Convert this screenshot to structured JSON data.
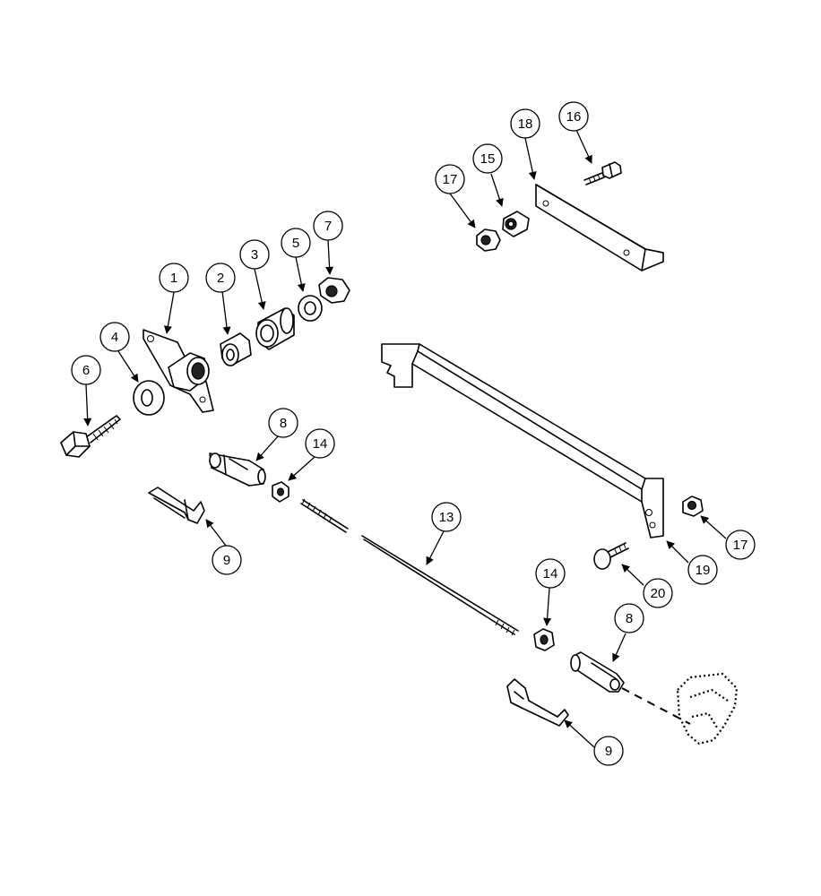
{
  "callouts": [
    {
      "id": "c1",
      "label": "1"
    },
    {
      "id": "c2",
      "label": "2"
    },
    {
      "id": "c3",
      "label": "3"
    },
    {
      "id": "c4",
      "label": "4"
    },
    {
      "id": "c5",
      "label": "5"
    },
    {
      "id": "c6",
      "label": "6"
    },
    {
      "id": "c7",
      "label": "7"
    },
    {
      "id": "c8a",
      "label": "8"
    },
    {
      "id": "c8b",
      "label": "8"
    },
    {
      "id": "c9a",
      "label": "9"
    },
    {
      "id": "c9b",
      "label": "9"
    },
    {
      "id": "c13",
      "label": "13"
    },
    {
      "id": "c14a",
      "label": "14"
    },
    {
      "id": "c14b",
      "label": "14"
    },
    {
      "id": "c15",
      "label": "15"
    },
    {
      "id": "c16",
      "label": "16"
    },
    {
      "id": "c17a",
      "label": "17"
    },
    {
      "id": "c17b",
      "label": "17"
    },
    {
      "id": "c18",
      "label": "18"
    },
    {
      "id": "c19",
      "label": "19"
    },
    {
      "id": "c20",
      "label": "20"
    }
  ]
}
